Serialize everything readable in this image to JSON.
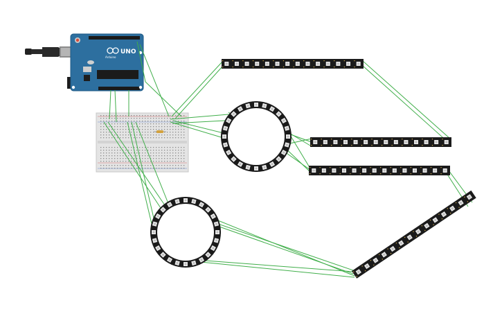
{
  "canvas": {
    "background": "#ffffff"
  },
  "arduino": {
    "board_label": "UNO",
    "brand_label": "Arduino",
    "color": "#2d6f9f",
    "usb_cable_color": "#222222"
  },
  "breadboard": {
    "color": "#e4e4e4"
  },
  "components": [
    {
      "kind": "led-strip",
      "name": "strip-top"
    },
    {
      "kind": "led-strip",
      "name": "strip-middle-upper"
    },
    {
      "kind": "led-strip",
      "name": "strip-middle-lower"
    },
    {
      "kind": "led-strip",
      "name": "strip-diagonal"
    },
    {
      "kind": "led-ring",
      "name": "ring-upper"
    },
    {
      "kind": "led-ring",
      "name": "ring-lower"
    }
  ],
  "colors": {
    "wire": "#3fae49",
    "strip_body": "#1b1b1b",
    "led_pad": "#e8e8e8",
    "ring_body": "#1a1a1a",
    "resistor": "#d4a23c"
  }
}
